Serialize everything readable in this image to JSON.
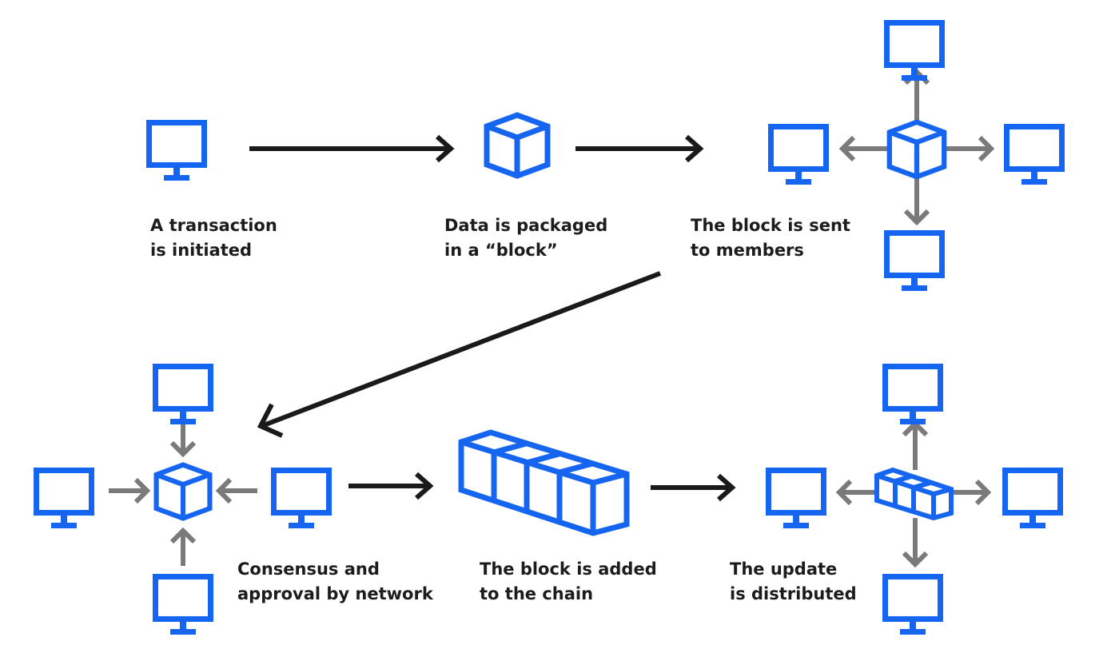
{
  "diagram": {
    "steps": [
      {
        "id": "transaction",
        "lines": [
          "A transaction",
          "is initiated"
        ]
      },
      {
        "id": "package",
        "lines": [
          "Data is packaged",
          "in a “block”"
        ]
      },
      {
        "id": "sent",
        "lines": [
          "The block is sent",
          "to members"
        ]
      },
      {
        "id": "consensus",
        "lines": [
          "Consensus and",
          "approval by network"
        ]
      },
      {
        "id": "added",
        "lines": [
          "The block is added",
          "to the chain"
        ]
      },
      {
        "id": "update",
        "lines": [
          "The update",
          "is distributed"
        ]
      }
    ],
    "colors": {
      "icon": "#1565f0",
      "flow_arrow": "#1a1a1a",
      "network_arrow": "#7a7a7a",
      "text": "#1c1c1c",
      "background": "#ffffff"
    },
    "icons": [
      "computer-icon",
      "block-icon",
      "chain-icon"
    ]
  }
}
